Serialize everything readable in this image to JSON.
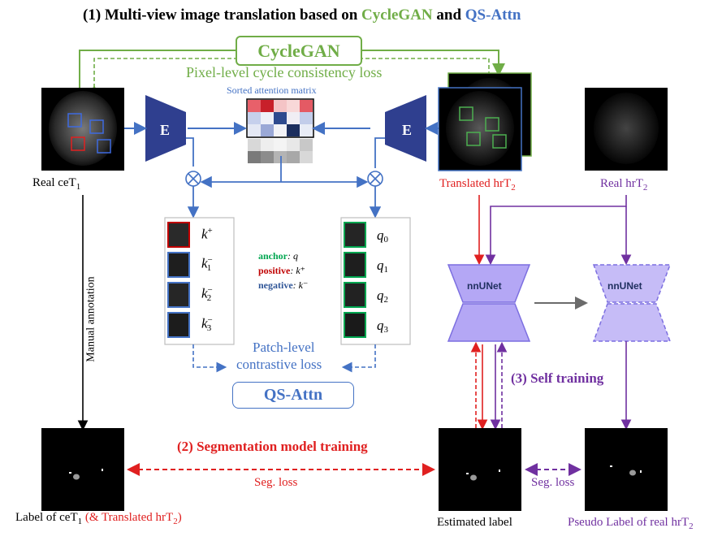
{
  "title": {
    "prefix": "(1) Multi-view image translation based on ",
    "cyclegan": "CycleGAN",
    "and": " and ",
    "qsattn": "QS-Attn"
  },
  "cyclegan_box": "CycleGAN",
  "pixel_loss": "Pixel-level cycle consistency loss",
  "sorted_attention": "Sorted attention matrix",
  "encoder_label": "E",
  "real_ce": {
    "text": "Real ceT",
    "sub": "1"
  },
  "translated_hr": {
    "text": "Translated hrT",
    "sub": "2"
  },
  "real_hr": {
    "text": "Real hrT",
    "sub": "2"
  },
  "keys": [
    {
      "base": "k",
      "sup": "+",
      "sub": ""
    },
    {
      "base": "k",
      "sup": "−",
      "sub": "1"
    },
    {
      "base": "k",
      "sup": "−",
      "sub": "2"
    },
    {
      "base": "k",
      "sup": "−",
      "sub": "3"
    }
  ],
  "queries": [
    {
      "base": "q",
      "sub": "0"
    },
    {
      "base": "q",
      "sub": "1"
    },
    {
      "base": "q",
      "sub": "2"
    },
    {
      "base": "q",
      "sub": "3"
    }
  ],
  "legend": {
    "anchor_label": "anchor",
    "anchor_value": ": q",
    "positive_label": "positive",
    "positive_value": ": k⁺",
    "negative_label": "negative",
    "negative_value": ": k⁻"
  },
  "patch_loss_line1": "Patch-level",
  "patch_loss_line2": "contrastive loss",
  "qs_attn_box": "QS-Attn",
  "nnunet": "nnUNet",
  "manual_annotation": "Manual annotation",
  "self_training": "(3) Self training",
  "seg_training": "(2) Segmentation model training",
  "seg_loss": "Seg. loss",
  "label_ce": {
    "text": "Label of ceT",
    "sub": "1",
    "paren_text": " (& Translated hrT",
    "paren_sub": "2",
    "paren_close": ")"
  },
  "estimated_label": "Estimated label",
  "pseudo_label": {
    "text": "Pseudo Label of real hrT",
    "sub": "2"
  },
  "colors": {
    "green": "#70ad47",
    "blue": "#4472c4",
    "dark_blue": "#2f3f8f",
    "red": "#e02020",
    "purple": "#7030a0",
    "nnunet_fill": "#b4a7f5",
    "nnunet_border": "#7c6fe0"
  },
  "attention_matrix_colors": [
    [
      "#e8606a",
      "#c8202a",
      "#f4c4c6",
      "#f8d8d8",
      "#e45a64"
    ],
    [
      "#c6d0ec",
      "#eef0f8",
      "#2e4a8e",
      "#f0eef4",
      "#c2cdea"
    ],
    [
      "#e4e8f4",
      "#9aa8d6",
      "#f2f2f6",
      "#1c2e5e",
      "#e8ecf6"
    ]
  ],
  "gray_rows": [
    [
      "#d8d8d8",
      "#eeeeee",
      "#f4f4f4",
      "#e8e8e8",
      "#c8c8c8"
    ],
    [
      "#7a7a7a",
      "#8c8c8c",
      "#b4b4b4",
      "#a8a8a8",
      "#d8d8d8"
    ]
  ]
}
